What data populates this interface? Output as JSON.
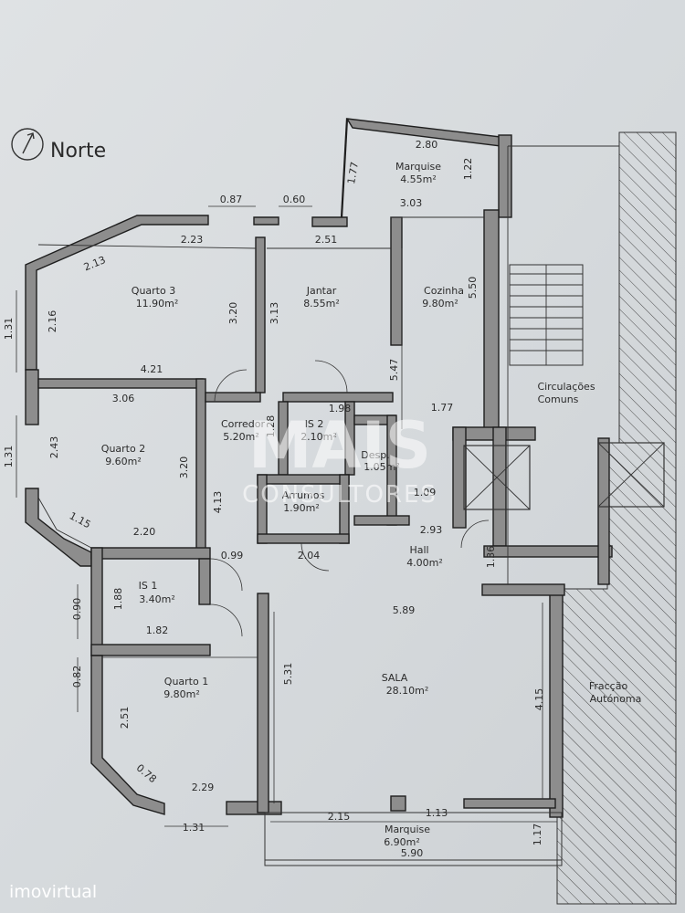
{
  "north": {
    "label": "Norte"
  },
  "rooms": [
    {
      "name": "Marquise",
      "area": "4.55m²"
    },
    {
      "name": "Quarto 3",
      "area": "11.90m²"
    },
    {
      "name": "Jantar",
      "area": "8.55m²"
    },
    {
      "name": "Cozinha",
      "area": "9.80m²"
    },
    {
      "name": "Quarto 2",
      "area": "9.60m²"
    },
    {
      "name": "Corredor",
      "area": "5.20m²"
    },
    {
      "name": "IS 2",
      "area": "2.10m²"
    },
    {
      "name": "Desp.",
      "area": "1.05m²"
    },
    {
      "name": "Arrumos",
      "area": "1.90m²"
    },
    {
      "name": "Hall",
      "area": "4.00m²"
    },
    {
      "name": "IS 1",
      "area": "3.40m²"
    },
    {
      "name": "SALA",
      "area": "28.10m²"
    },
    {
      "name": "Quarto 1",
      "area": "9.80m²"
    },
    {
      "name": "Marquise",
      "area": "6.90m²"
    }
  ],
  "labels": {
    "circulacoes_1": "Circulações",
    "circulacoes_2": "Comuns",
    "fraccao_1": "Fracção",
    "fraccao_2": "Autónoma"
  },
  "dimensions": [
    "2.80",
    "1.77",
    "1.22",
    "0.87",
    "0.60",
    "3.03",
    "2.23",
    "2.13",
    "2.51",
    "1.31",
    "2.16",
    "3.20",
    "3.13",
    "5.50",
    "5.47",
    "4.21",
    "1.98",
    "1.77",
    "3.06",
    "1.31",
    "2.43",
    "3.20",
    "4.13",
    "1.28",
    "1.09",
    "1.15",
    "2.20",
    "2.93",
    "0.99",
    "2.04",
    "1.36",
    "0.90",
    "1.88",
    "1.82",
    "5.89",
    "0.82",
    "5.31",
    "2.51",
    "4.15",
    "0.78",
    "2.29",
    "1.31",
    "2.15",
    "1.13",
    "1.17",
    "5.90"
  ],
  "watermark": {
    "brand": "MAIS",
    "subtitle": "CONSULTORES"
  },
  "footer": {
    "site": "imovirtual"
  }
}
